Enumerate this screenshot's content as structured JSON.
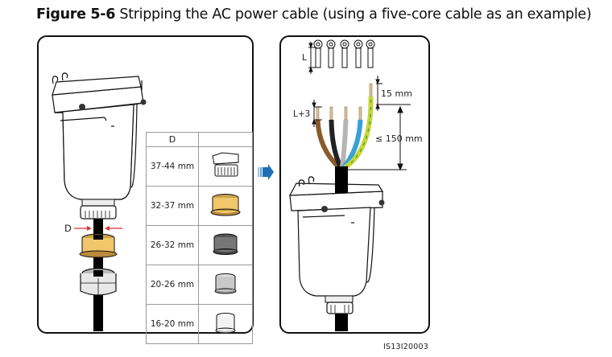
{
  "figure": {
    "number": "Figure 5-6",
    "title": "Stripping the AC power cable (using a five-core cable as an example)",
    "id": "IS13I20003"
  },
  "left_panel": {
    "dimension_label": "D",
    "table": {
      "header": [
        "D",
        ""
      ],
      "rows": [
        {
          "range": "37-44 mm",
          "icon": "sealing-nut-insert-icon",
          "color": "#ffffff"
        },
        {
          "range": "32-37 mm",
          "icon": "rubber-ring-icon",
          "color": "#f2c66a"
        },
        {
          "range": "26-32 mm",
          "icon": "rubber-ring-icon",
          "color": "#777777"
        },
        {
          "range": "20-26 mm",
          "icon": "rubber-ring-icon",
          "color": "#c8c8c8"
        },
        {
          "range": "16-20 mm",
          "icon": "rubber-ring-icon",
          "color": "#f2f2f2"
        }
      ]
    }
  },
  "arrow": {
    "icon": "next-step-arrow-icon",
    "color": "#1f6fb5"
  },
  "right_panel": {
    "terminal_length_label": "L",
    "strip_length_label": "L+3",
    "pe_strip_label": "15 mm",
    "max_length_label": "≤ 150 mm",
    "wire_colors": [
      "#8a5a2b",
      "#222222",
      "#b5b5b5",
      "#3aa0dc",
      "#c8d636"
    ]
  },
  "colors": {
    "dimension_arrow": "#e03030",
    "outline": "#111111"
  }
}
